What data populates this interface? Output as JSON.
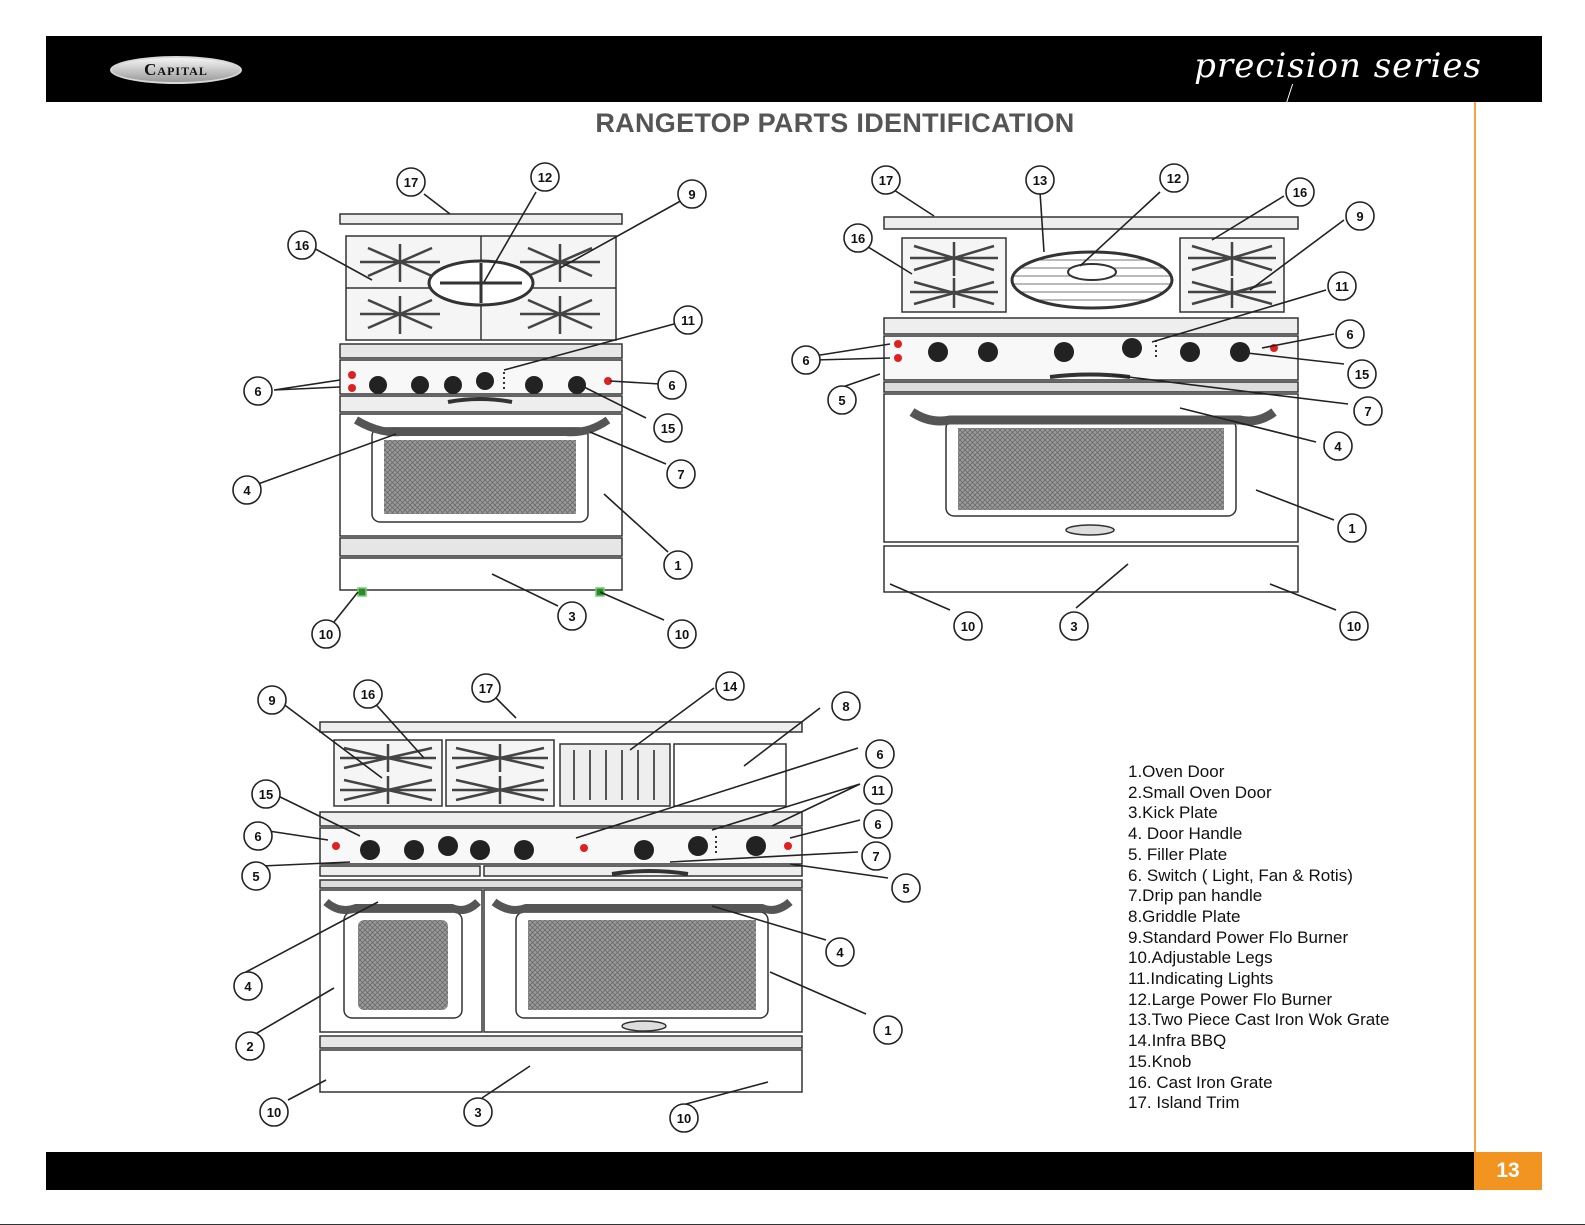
{
  "header": {
    "brand": "Capital",
    "series": "precision series"
  },
  "title": "RANGETOP PARTS IDENTIFICATION",
  "legend": [
    "1.Oven Door",
    "2.Small Oven Door",
    "3.Kick Plate",
    "4. Door Handle",
    "5. Filler Plate",
    "6. Switch ( Light, Fan & Rotis)",
    "7.Drip pan handle",
    "8.Griddle Plate",
    "9.Standard Power Flo Burner",
    "10.Adjustable Legs",
    "11.Indicating Lights",
    "12.Large Power Flo Burner",
    "13.Two Piece Cast Iron Wok Grate",
    "14.Infra BBQ",
    "15.Knob",
    "16. Cast Iron Grate",
    "17. Island Trim"
  ],
  "page_number": "13",
  "callouts": {
    "top_left": [
      "17",
      "12",
      "9",
      "16",
      "11",
      "6",
      "6",
      "15",
      "4",
      "7",
      "1",
      "10",
      "3",
      "10"
    ],
    "top_right": [
      "17",
      "13",
      "12",
      "16",
      "16",
      "9",
      "11",
      "6",
      "6",
      "15",
      "5",
      "7",
      "4",
      "1",
      "10",
      "3",
      "10"
    ],
    "bottom": [
      "9",
      "16",
      "17",
      "14",
      "8",
      "6",
      "11",
      "15",
      "6",
      "6",
      "5",
      "7",
      "5",
      "4",
      "4",
      "1",
      "2",
      "10",
      "3",
      "10"
    ]
  },
  "colors": {
    "bar": "#000000",
    "accent": "#f29420",
    "switch_light": "#e02020"
  }
}
